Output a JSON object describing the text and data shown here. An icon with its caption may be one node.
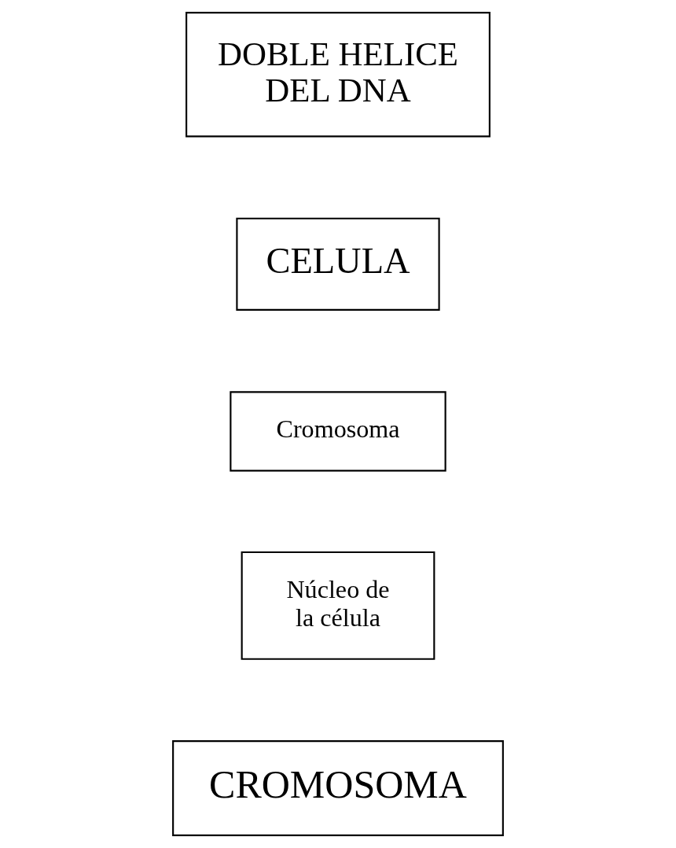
{
  "diagram": {
    "nodes": [
      {
        "text": [
          "CROMOSOMA"
        ]
      },
      {
        "text": [
          "Núcleo de la célula"
        ]
      },
      {
        "text": [
          "Cromosoma"
        ]
      },
      {
        "text": [
          "CELULA"
        ]
      },
      {
        "text": [
          "DOBLE HELICE DEL DNA"
        ]
      }
    ]
  }
}
